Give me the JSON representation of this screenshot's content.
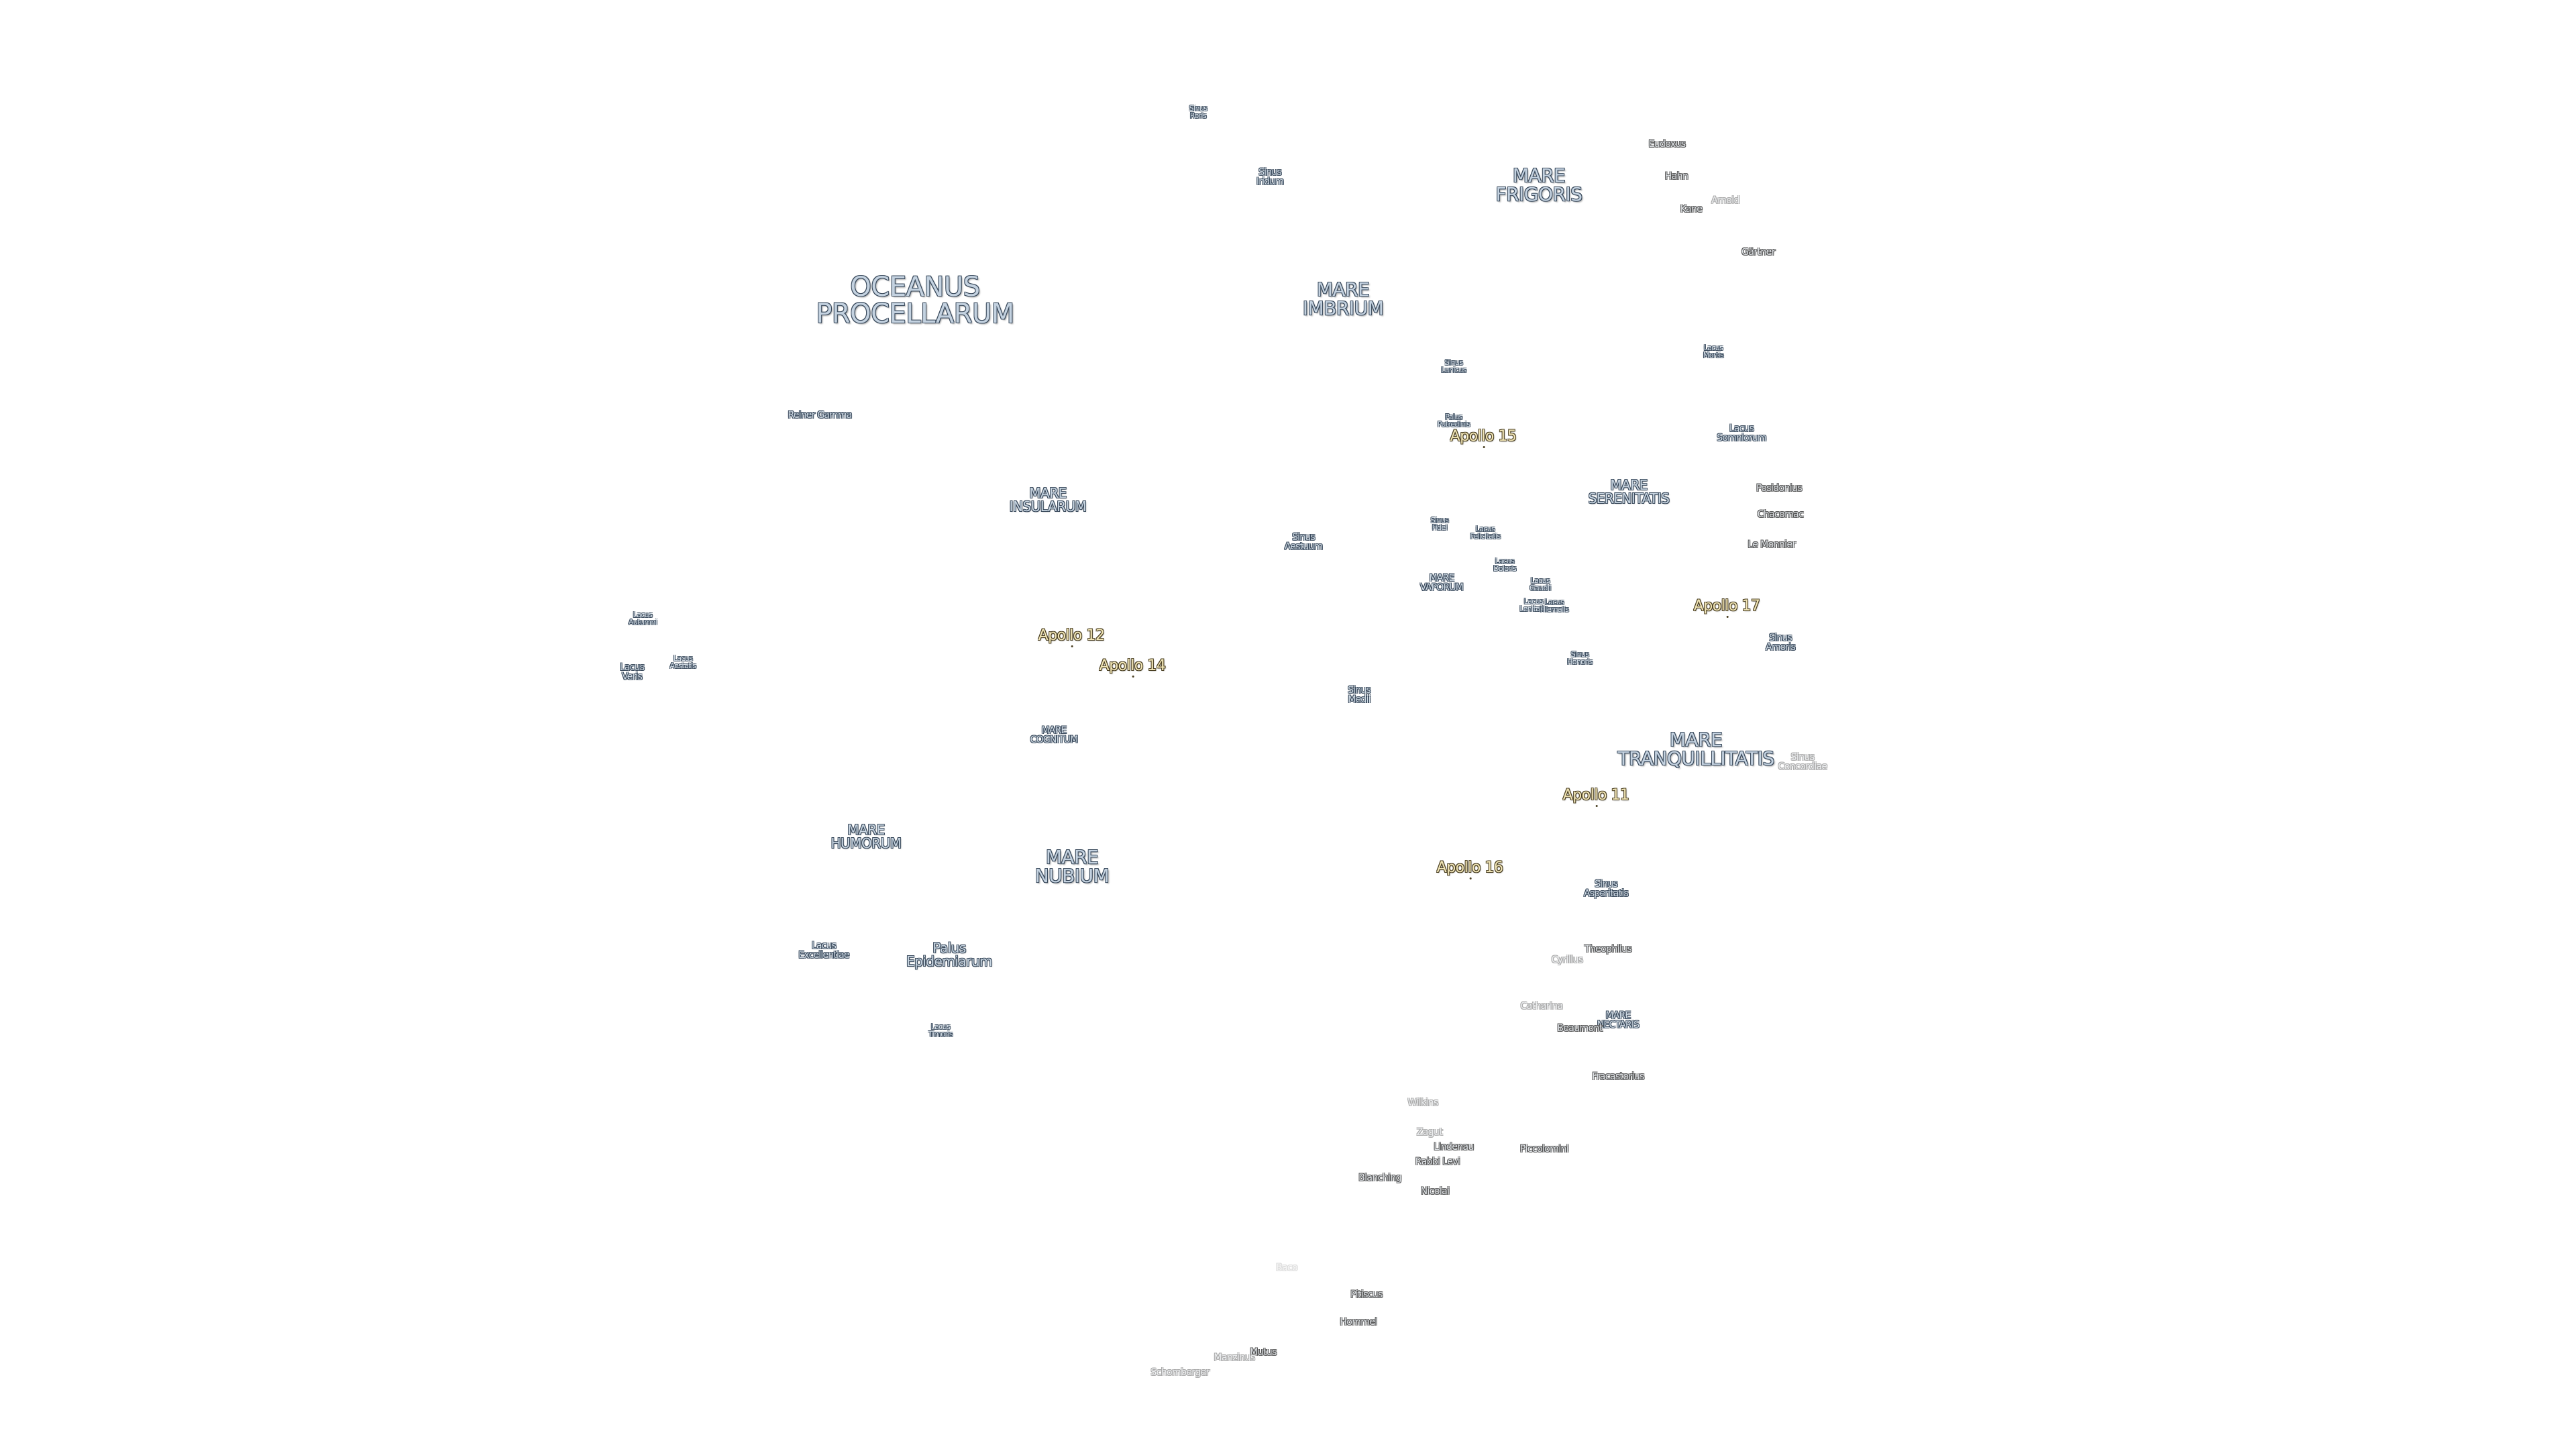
{
  "map": {
    "background": "#ffffff",
    "colors": {
      "feature_fill": "#c4d2e0",
      "feature_outline": "#3a4a5c",
      "apollo_fill": "#f3e7b8",
      "apollo_outline": "#4a3f22",
      "crater_outline": "#555555"
    },
    "ocean": {
      "procellarum": [
        "OCEANUS",
        "PROCELLARUM"
      ]
    },
    "maria": {
      "frigoris": [
        "MARE",
        "FRIGORIS"
      ],
      "imbrium": [
        "MARE",
        "IMBRIUM"
      ],
      "serenitatis": [
        "MARE",
        "SERENITATIS"
      ],
      "insularum": [
        "MARE",
        "INSULARUM"
      ],
      "vaporum": [
        "MARE",
        "VAPORUM"
      ],
      "tranquillitatis": [
        "MARE",
        "TRANQUILLITATIS"
      ],
      "cognitum": [
        "MARE",
        "COGNITUM"
      ],
      "humorum": [
        "MARE",
        "HUMORUM"
      ],
      "nubium": [
        "MARE",
        "NUBIUM"
      ],
      "nectaris": [
        "MARE",
        "NECTARIS"
      ]
    },
    "features": {
      "sinus_roris": [
        "Sinus",
        "Roris"
      ],
      "sinus_iridum": [
        "Sinus",
        "Iridum"
      ],
      "sinus_lunicus": [
        "Sinus",
        "Lunicus"
      ],
      "lacus_mortis": [
        "Lacus",
        "Mortis"
      ],
      "palus_putredinis": [
        "Palus",
        "Putredinis"
      ],
      "lacus_somniorum": [
        "Lacus",
        "Somniorum"
      ],
      "reiner_gamma": "Reiner Gamma",
      "sinus_aestuum": [
        "Sinus",
        "Aestuum"
      ],
      "sinus_fidei": [
        "Sinus",
        "Fidei"
      ],
      "lacus_felicitatis": [
        "Lacus",
        "Felicitatis"
      ],
      "lacus_doloris": [
        "Lacus",
        "Doloris"
      ],
      "lacus_gaudii": [
        "Lacus",
        "Gaudii"
      ],
      "lacus_hiemalis": [
        "Lacus",
        "Hiemalis"
      ],
      "lacus_lenitatis": [
        "Lacus",
        "Lenitatis"
      ],
      "lacus_autumni": [
        "Lacus",
        "Autumni"
      ],
      "lacus_veris": [
        "Lacus",
        "Veris"
      ],
      "lacus_aestatis": [
        "Lacus",
        "Aestatis"
      ],
      "sinus_honoris": [
        "Sinus",
        "Honoris"
      ],
      "sinus_amoris": [
        "Sinus",
        "Amoris"
      ],
      "sinus_medii": [
        "Sinus",
        "Medii"
      ],
      "sinus_concordiae": [
        "Sinus",
        "Concordiae"
      ],
      "sinus_asperitatis": [
        "Sinus",
        "Asperitatis"
      ],
      "lacus_excellentiae": [
        "Lacus",
        "Excellentiae"
      ],
      "palus_epidemiarum": [
        "Palus",
        "Epidemiarum"
      ],
      "lacus_timoris": [
        "Lacus",
        "Timoris"
      ]
    },
    "apollo": {
      "a15": "Apollo 15",
      "a17": "Apollo 17",
      "a12": "Apollo 12",
      "a14": "Apollo 14",
      "a11": "Apollo 11",
      "a16": "Apollo 16"
    },
    "craters": {
      "eudoxus": "Eudoxus",
      "hahn": "Hahn",
      "kane": "Kane",
      "arnold": "Arnold",
      "gartner": "Gärtner",
      "posidonius": "Posidonius",
      "chacornac": "Chacornac",
      "le_monnier": "Le Monnier",
      "theophilus": "Theophilus",
      "cyrillus": "Cyrillus",
      "catharina": "Catharina",
      "beaumont": "Beaumont",
      "fracastorius": "Fracastorius",
      "wilkins": "Wilkins",
      "zagut": "Zagut",
      "lindenau": "Lindenau",
      "piccolomini": "Piccolomini",
      "rabbi_levi": "Rabbi Levi",
      "blanchinus": "Blanching",
      "nicolai": "Nicolai",
      "pitiscus": "Pitiscus",
      "hommel": "Hommel",
      "baco": "Baco",
      "maginus": "Mutus",
      "manzinus": "Manzinus",
      "schomberger": "Schomberger"
    }
  }
}
